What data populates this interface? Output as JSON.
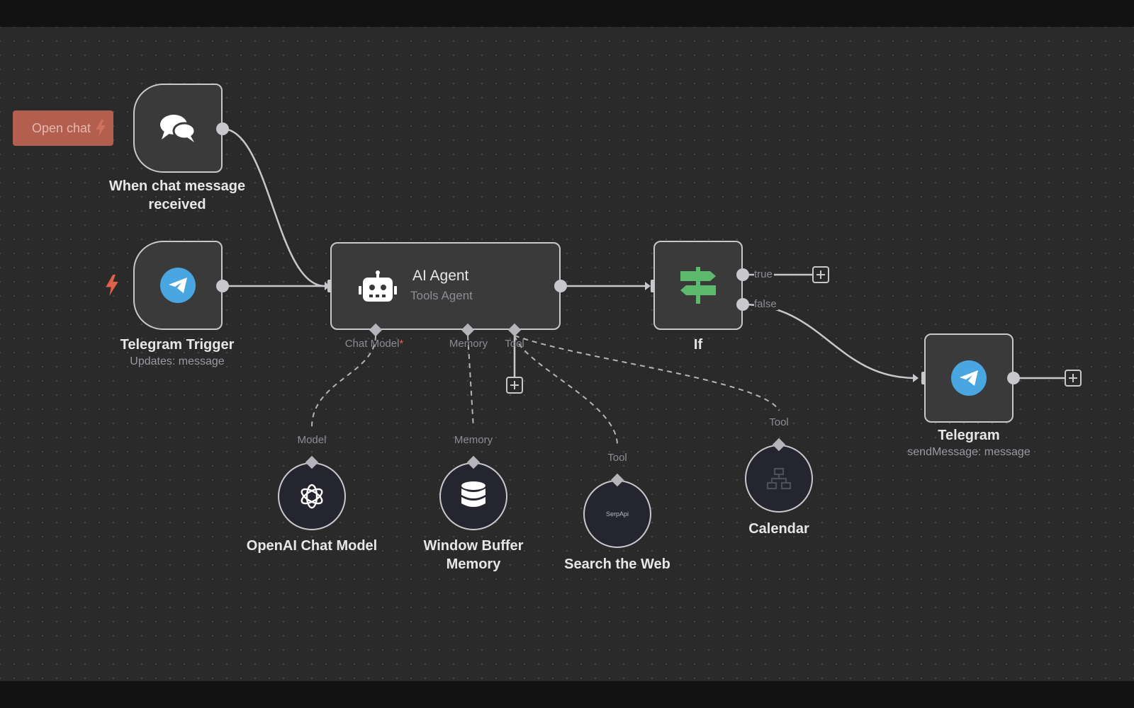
{
  "open_chat_button": "Open chat",
  "nodes": {
    "chat_trigger": {
      "title": "When chat message received"
    },
    "telegram_trigger": {
      "title": "Telegram Trigger",
      "subtitle": "Updates: message"
    },
    "ai_agent": {
      "title": "AI Agent",
      "subtitle": "Tools Agent"
    },
    "if_node": {
      "title": "If"
    },
    "telegram_send": {
      "title": "Telegram",
      "subtitle": "sendMessage: message"
    },
    "openai": {
      "title": "OpenAI Chat Model",
      "port_label": "Model"
    },
    "memory": {
      "title": "Window Buffer Memory",
      "port_label": "Memory"
    },
    "search": {
      "title": "Search the Web",
      "port_label": "Tool",
      "logo_text": "SerpApi"
    },
    "calendar": {
      "title": "Calendar",
      "port_label": "Tool"
    }
  },
  "agent_ports": {
    "chat_model": "Chat Model",
    "required_marker": "*",
    "memory": "Memory",
    "tool": "Tool"
  },
  "if_outputs": {
    "true": "true",
    "false": "false"
  },
  "colors": {
    "canvas": "#2a2a2b",
    "accent_red": "#e0604a",
    "telegram_blue": "#4aa6e0",
    "if_green": "#5dba6c"
  }
}
